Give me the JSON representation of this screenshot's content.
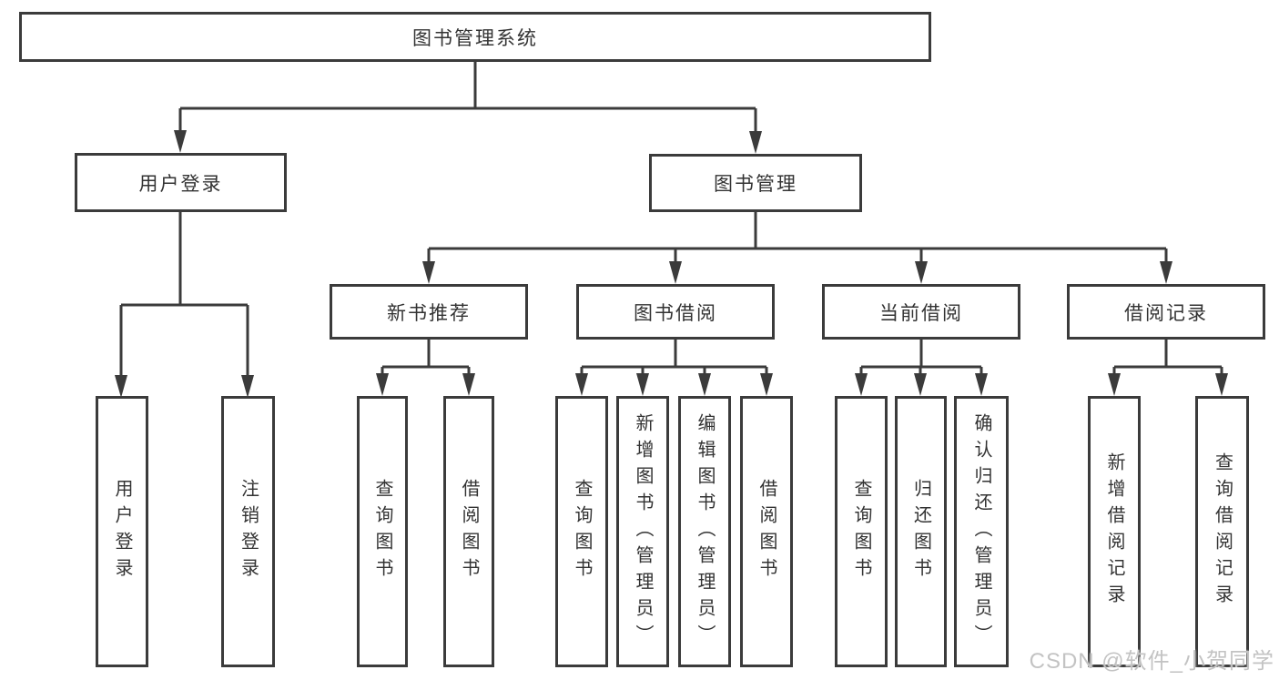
{
  "diagram": {
    "root": {
      "label": "图书管理系统",
      "children": [
        {
          "label": "用户登录",
          "children": [
            {
              "label": "用户登录"
            },
            {
              "label": "注销登录"
            }
          ]
        },
        {
          "label": "图书管理",
          "children": [
            {
              "label": "新书推荐",
              "children": [
                {
                  "label": "查询图书"
                },
                {
                  "label": "借阅图书"
                }
              ]
            },
            {
              "label": "图书借阅",
              "children": [
                {
                  "label": "查询图书"
                },
                {
                  "label": "新增图书（管理员）"
                },
                {
                  "label": "编辑图书（管理员）"
                },
                {
                  "label": "借阅图书"
                }
              ]
            },
            {
              "label": "当前借阅",
              "children": [
                {
                  "label": "查询图书"
                },
                {
                  "label": "归还图书"
                },
                {
                  "label": "确认归还（管理员）"
                }
              ]
            },
            {
              "label": "借阅记录",
              "children": [
                {
                  "label": "新增借阅记录"
                },
                {
                  "label": "查询借阅记录"
                }
              ]
            }
          ]
        }
      ]
    }
  },
  "watermark": {
    "text": "CSDN @软件_小贺同学"
  },
  "colors": {
    "line": "#3b3b3b",
    "text": "#333333",
    "background": "#ffffff",
    "watermark": "#c3c3c3"
  }
}
